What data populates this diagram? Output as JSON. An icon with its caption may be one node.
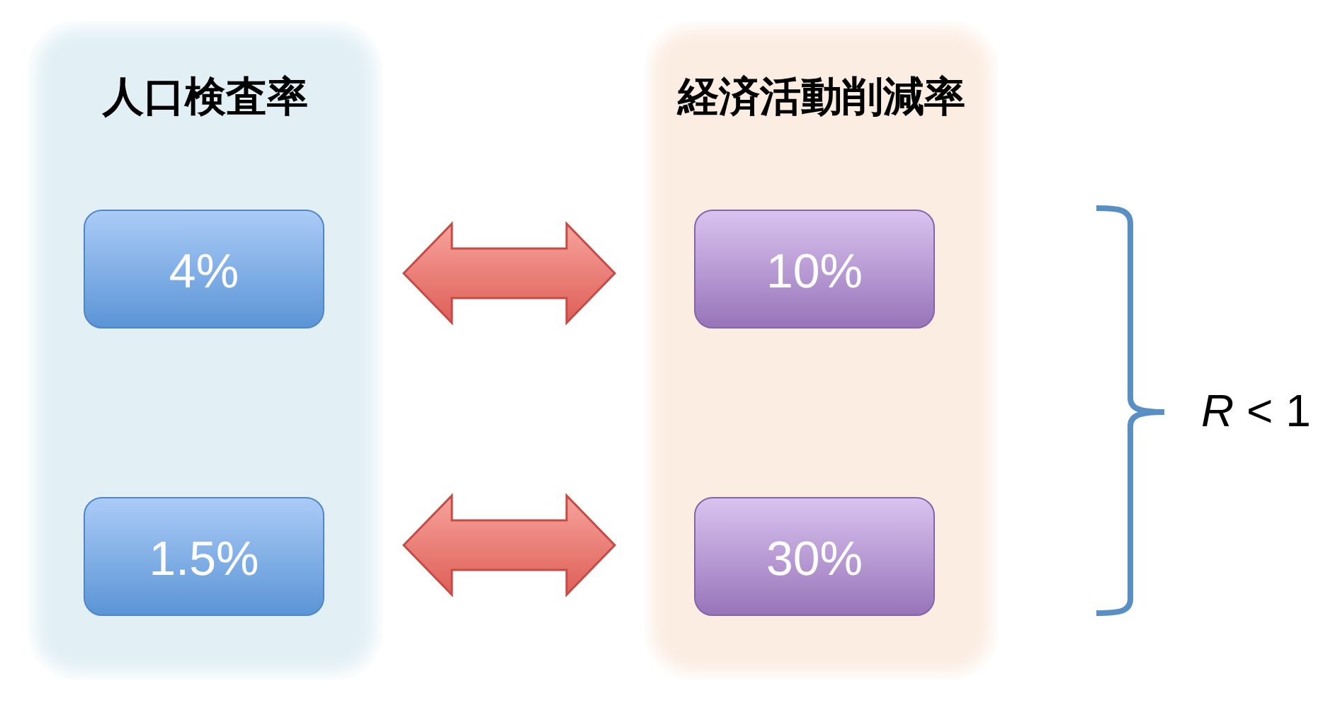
{
  "diagram": {
    "nodes": [
      {
        "text": [
          "人口検査率"
        ]
      },
      {
        "text": [
          "4%"
        ],
        "in": 0
      },
      {
        "text": [
          "1.5%"
        ],
        "in": 0
      },
      {
        "text": [
          "経済活動削減率"
        ]
      },
      {
        "text": [
          "10%"
        ],
        "in": 3
      },
      {
        "text": [
          "30%"
        ],
        "in": 3
      }
    ],
    "edges": [
      {
        "from": 1,
        "to": 4,
        "arrow": "both"
      },
      {
        "from": 2,
        "to": 5,
        "arrow": "both"
      }
    ],
    "labels": [
      "*R* < 1"
    ]
  }
}
